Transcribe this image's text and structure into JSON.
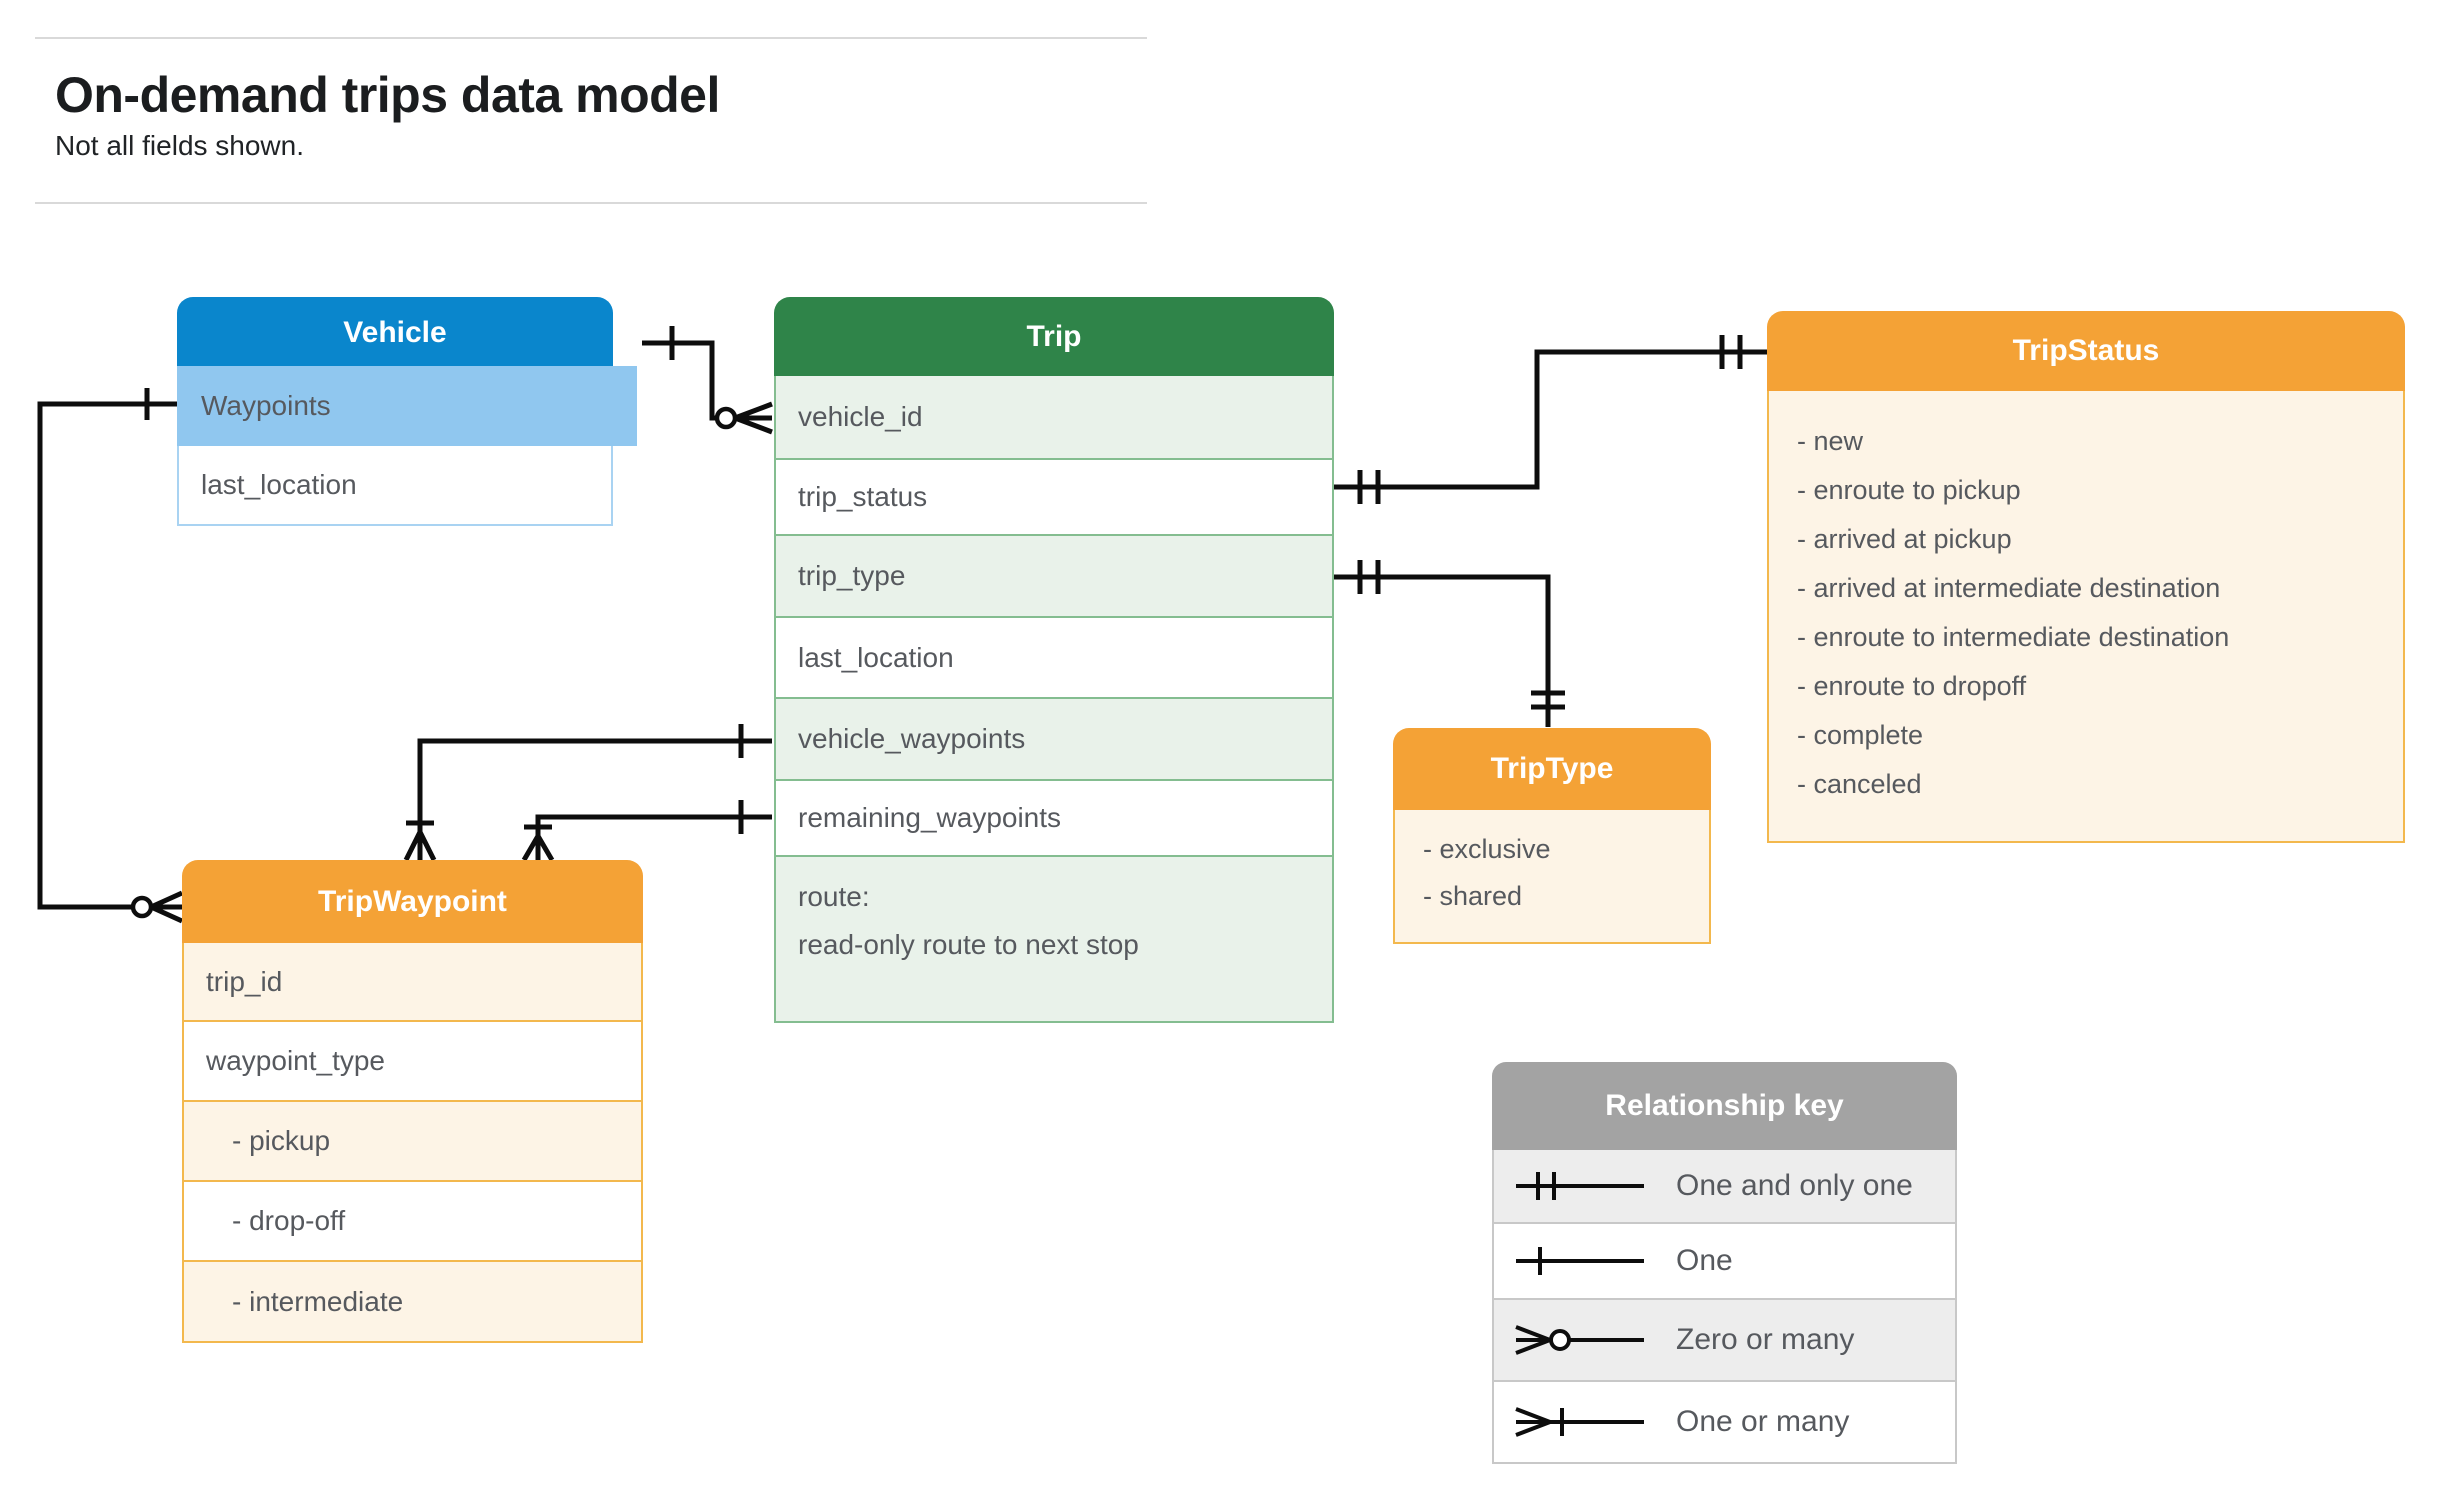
{
  "header": {
    "title": "On-demand trips data model",
    "subtitle": "Not all fields shown."
  },
  "tables": {
    "vehicle": {
      "title": "Vehicle",
      "rows": [
        {
          "label": "Waypoints"
        },
        {
          "label": "last_location"
        }
      ]
    },
    "trip": {
      "title": "Trip",
      "rows": [
        {
          "label": "vehicle_id"
        },
        {
          "label": "trip_status"
        },
        {
          "label": "trip_type"
        },
        {
          "label": "last_location"
        },
        {
          "label": "vehicle_waypoints"
        },
        {
          "label": "remaining_waypoints"
        },
        {
          "label": "route:",
          "label2": "read-only route to next stop"
        }
      ]
    },
    "tripStatus": {
      "title": "TripStatus",
      "values": [
        "- new",
        "- enroute to pickup",
        "- arrived at pickup",
        "- arrived at intermediate destination",
        "- enroute to intermediate destination",
        "- enroute to dropoff",
        "- complete",
        "- canceled"
      ]
    },
    "tripType": {
      "title": "TripType",
      "values": [
        "- exclusive",
        "- shared"
      ]
    },
    "tripWaypoint": {
      "title": "TripWaypoint",
      "rows": [
        {
          "label": "trip_id"
        },
        {
          "label": "waypoint_type"
        },
        {
          "label": "- pickup"
        },
        {
          "label": "- drop-off"
        },
        {
          "label": "- intermediate"
        }
      ]
    }
  },
  "legend": {
    "title": "Relationship key",
    "items": [
      {
        "symbol": "one-and-only-one",
        "label": "One and only one"
      },
      {
        "symbol": "one",
        "label": "One"
      },
      {
        "symbol": "zero-or-many",
        "label": "Zero or many"
      },
      {
        "symbol": "one-or-many",
        "label": "One or many"
      }
    ]
  },
  "colors": {
    "vehicle_header": "#0a86cc",
    "vehicle_highlight_row": "#90c7ef",
    "trip_header": "#2f8449",
    "trip_row_tint": "#e9f2ea",
    "enum_header": "#f4a236",
    "enum_row_tint": "#fdf4e6",
    "legend_header": "#a3a3a3",
    "legend_row_tint": "#ededed",
    "connector": "#0d0d0d",
    "row_text": "#56595e"
  }
}
